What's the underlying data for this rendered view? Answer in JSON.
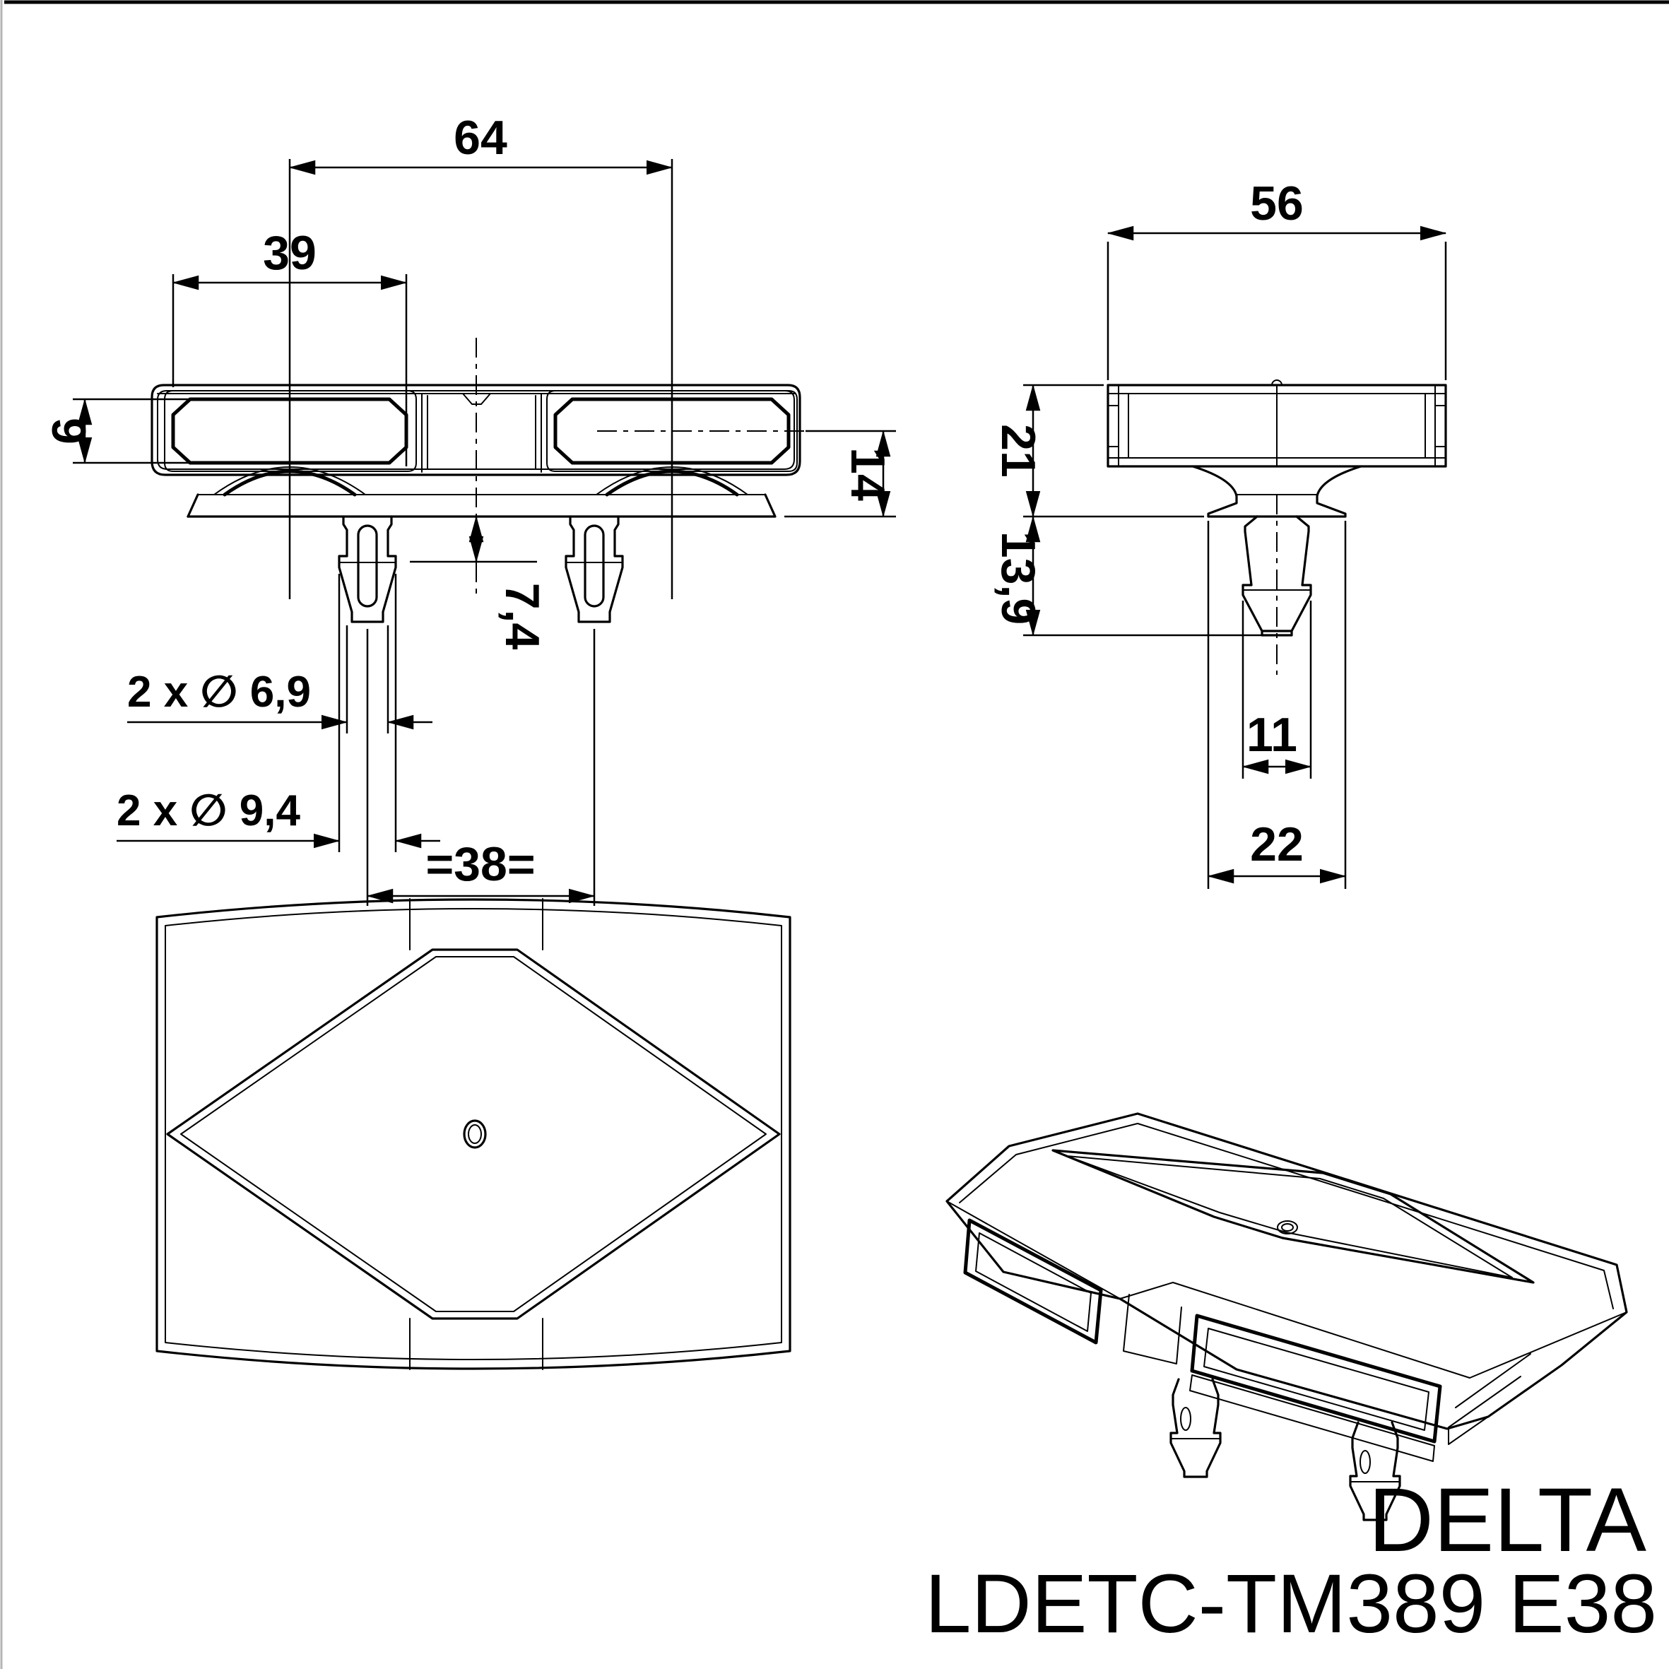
{
  "front_view": {
    "lens_center_spacing": "64",
    "lens_width": "39",
    "lens_height": "9",
    "height_below_center": "14",
    "pin_step": "7,4",
    "hole_small": "2 x ∅ 6,9",
    "hole_large": "2 x ∅ 9,4",
    "pin_spacing": "=38="
  },
  "side_view": {
    "body_depth": "56",
    "upper_height": "21",
    "pin_length": "13,9",
    "pin_neck_width": "11",
    "foot_width": "22"
  },
  "title_block": {
    "brand": "DELTA",
    "part_number": "LDETC-TM389 E38"
  }
}
